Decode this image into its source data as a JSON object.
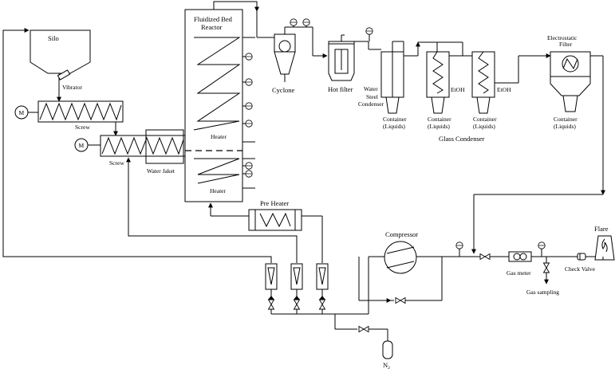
{
  "labels": {
    "silo": "Silo",
    "vibrator": "Vibrator",
    "motor": "M",
    "screw": "Screw",
    "reactor_line1": "Fluidized Bed",
    "reactor_line2": "Reactor",
    "heater": "Heater",
    "water_jacket": "Water Jaket",
    "cyclone": "Cyclone",
    "hot_filter": "Hot filter",
    "water": "Water",
    "steel_condenser_line1": "Steel",
    "steel_condenser_line2": "Condenser",
    "etoh": "EtOH",
    "container_line1": "Container",
    "container_line2": "(Liquids)",
    "glass_condenser": "Glass Condenser",
    "electrostatic_line1": "Electrostatic",
    "electrostatic_line2": "Filter",
    "pre_heater": "Pre Heater",
    "compressor": "Compressor",
    "gas_meter": "Gas meter",
    "gas_sampling": "Gas sampling",
    "check_valve": "Check Valve",
    "flare": "Flare",
    "n2_main": "N",
    "n2_sub": "2"
  },
  "gauge_symbol": "PI"
}
